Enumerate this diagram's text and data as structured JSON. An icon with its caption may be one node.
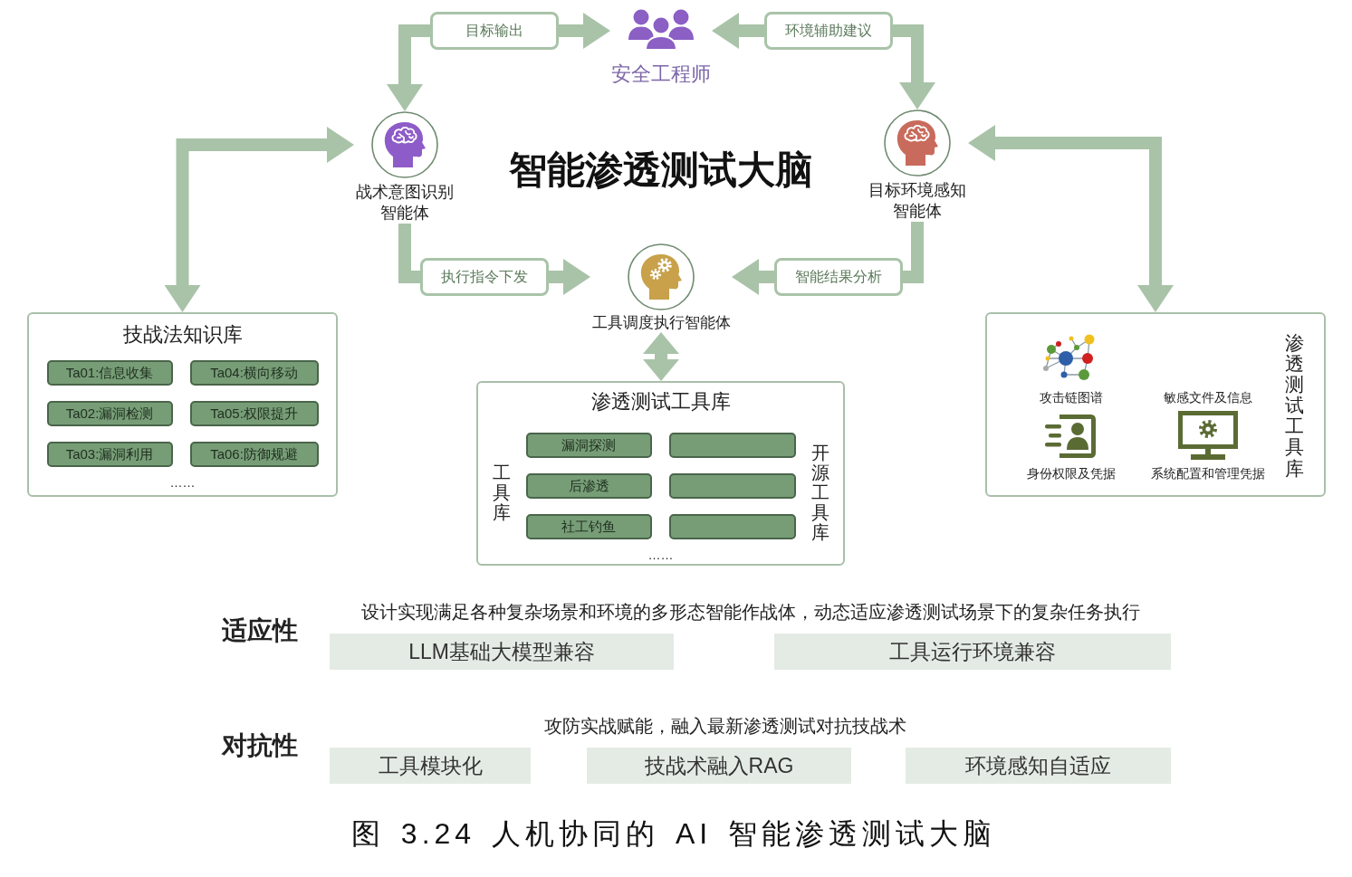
{
  "diagram": {
    "title": "智能渗透测试大脑",
    "caption": "图 3.24 人机协同的 AI 智能渗透测试大脑",
    "nodes": [
      {
        "text": [
          "安全工程师"
        ]
      },
      {
        "text": [
          "战术意图识别智能体"
        ]
      },
      {
        "text": [
          "目标环境感知智能体"
        ]
      },
      {
        "text": [
          "工具调度执行智能体"
        ]
      },
      {
        "text": [
          "技战法知识库",
          "……"
        ]
      },
      {
        "text": [
          "Ta01:信息收集"
        ],
        "in": 4
      },
      {
        "text": [
          "Ta04:横向移动"
        ],
        "in": 4
      },
      {
        "text": [
          "Ta02:漏洞检测"
        ],
        "in": 4
      },
      {
        "text": [
          "Ta05:权限提升"
        ],
        "in": 4
      },
      {
        "text": [
          "Ta03:漏洞利用"
        ],
        "in": 4
      },
      {
        "text": [
          "Ta06:防御规避"
        ],
        "in": 4
      },
      {
        "text": [
          "渗透测试工具库",
          "工具库",
          "开源工具库",
          "……"
        ]
      },
      {
        "text": [
          "漏洞探测"
        ],
        "in": 11
      },
      {
        "text": [],
        "shape": "box",
        "in": 11
      },
      {
        "text": [
          "后渗透"
        ],
        "in": 11
      },
      {
        "text": [],
        "shape": "box",
        "in": 11
      },
      {
        "text": [
          "社工钓鱼"
        ],
        "in": 11
      },
      {
        "text": [],
        "shape": "box",
        "in": 11
      },
      {
        "text": [
          "攻击链图谱",
          "敏感文件及信息",
          "身份权限及凭据",
          "系统配置和管理凭据",
          "渗透测试工具库"
        ]
      },
      {
        "text": [
          "LLM基础大模型兼容"
        ]
      },
      {
        "text": [
          "工具运行环境兼容"
        ]
      },
      {
        "text": [
          "工具模块化"
        ]
      },
      {
        "text": [
          "技战术融入RAG"
        ]
      },
      {
        "text": [
          "环境感知自适应"
        ]
      }
    ],
    "edges": [
      {
        "from": 0,
        "to": 1,
        "label": "目标输出",
        "arrow": "both"
      },
      {
        "from": 0,
        "to": 2,
        "label": "环境辅助建议",
        "arrow": "both"
      },
      {
        "from": 1,
        "to": 3,
        "label": "执行指令下发",
        "arrow": "to"
      },
      {
        "from": 2,
        "to": 3,
        "label": "智能结果分析",
        "arrow": "to"
      },
      {
        "from": 4,
        "to": 1,
        "arrow": "both"
      },
      {
        "from": 2,
        "to": 18,
        "arrow": "both"
      },
      {
        "from": 3,
        "to": 11,
        "arrow": "both"
      }
    ],
    "labels": [
      "适应性",
      "设计实现满足各种复杂场景和环境的多形态智能作战体，动态适应渗透测试场景下的复杂任务执行",
      "对抗性",
      "攻防实战赋能，融入最新渗透测试对抗技战术"
    ]
  }
}
